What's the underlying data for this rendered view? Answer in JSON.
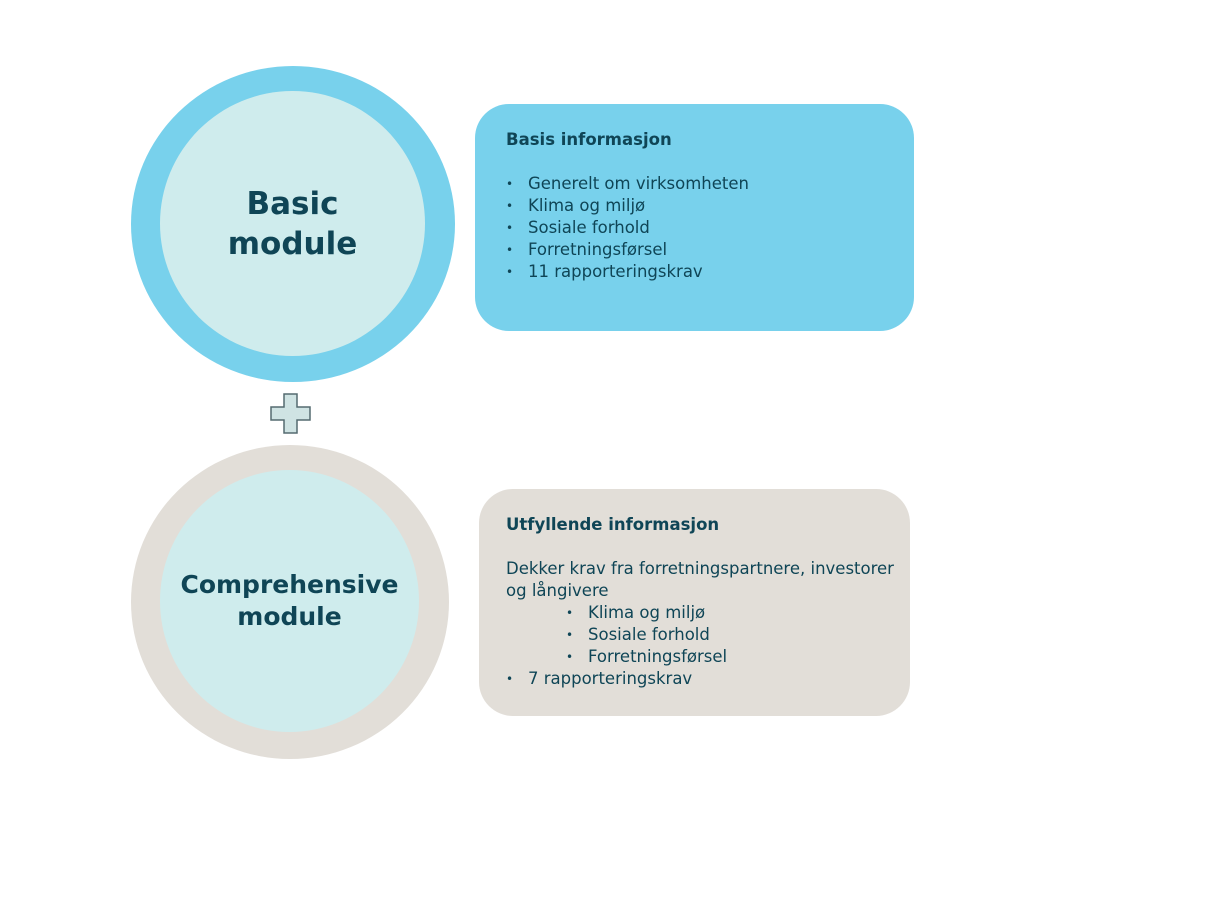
{
  "basic": {
    "circle_line1": "Basic",
    "circle_line2": "module",
    "box_title": "Basis informasjon",
    "items": [
      "Generelt om virksomheten",
      "Klima og miljø",
      "Sosiale forhold",
      "Forretningsførsel",
      "11 rapporteringskrav"
    ]
  },
  "comprehensive": {
    "circle_line1": "Comprehensive",
    "circle_line2": "module",
    "box_title": "Utfyllende informasjon",
    "description": "Dekker krav fra forretningspartnere, investorer og långivere",
    "sub_items": [
      "Klima og miljø",
      "Sosiale forhold",
      "Forretningsførsel"
    ],
    "last_item": "7 rapporteringskrav"
  },
  "bullet_symbol": "•",
  "colors": {
    "basic_ring": "#78d1ec",
    "comprehensive_ring": "#e2ded8",
    "circle_fill": "#cfeced",
    "text": "#0f4556",
    "plus_fill": "#cfe3e3",
    "plus_stroke": "#556b70"
  },
  "icons": {
    "connector": "plus-icon"
  }
}
